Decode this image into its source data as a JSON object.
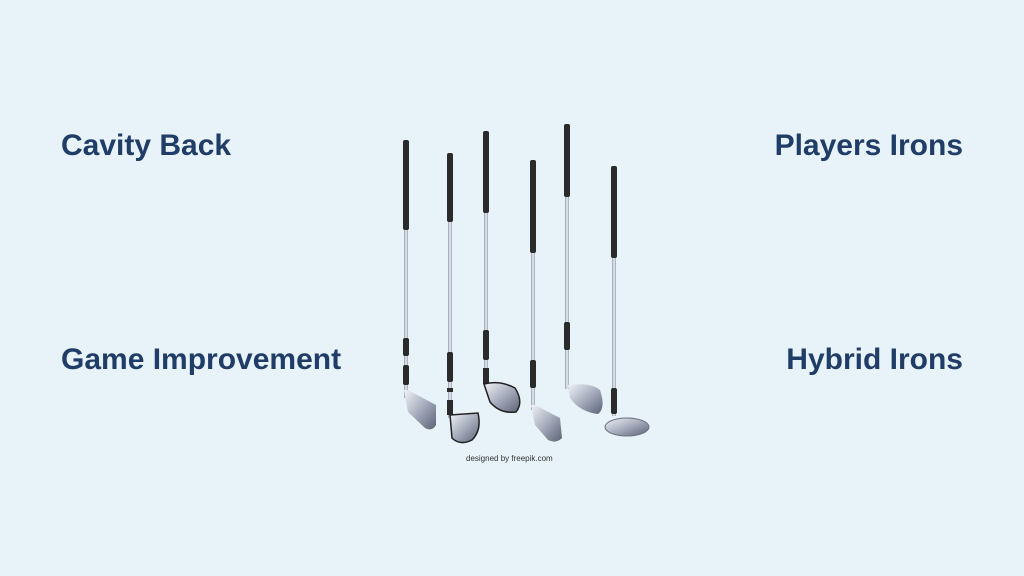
{
  "labels": {
    "top_left": "Cavity Back",
    "top_right": "Players Irons",
    "bottom_left": "Game Improvement",
    "bottom_right": "Hybrid Irons"
  },
  "credit": "designed by freepik.com",
  "colors": {
    "background": "#e8f3f9",
    "text": "#1f3d66"
  }
}
